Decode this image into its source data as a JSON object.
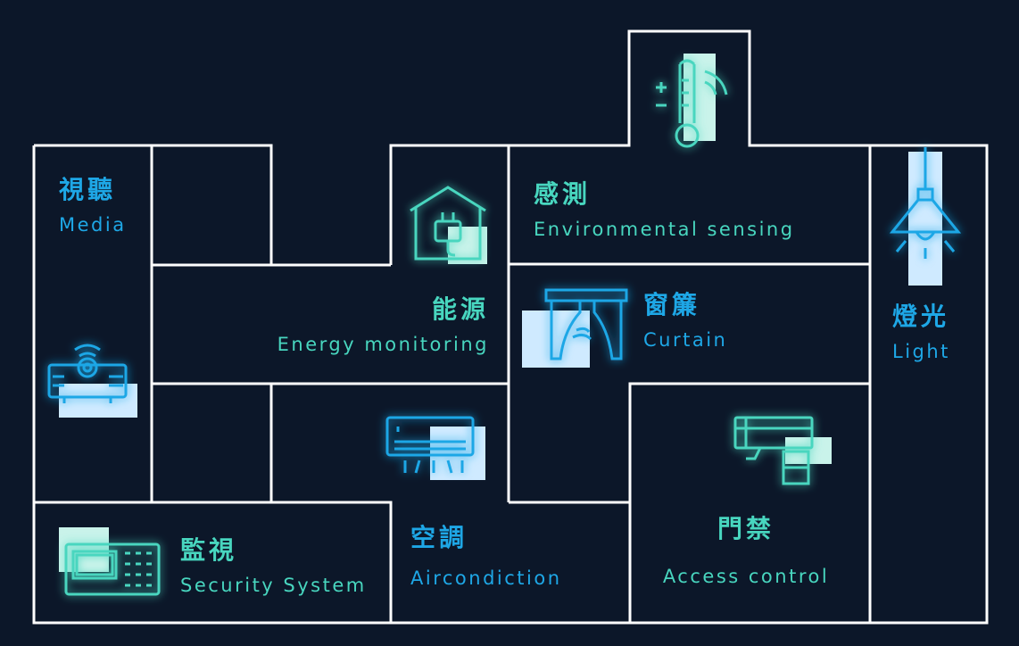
{
  "colors": {
    "background": "#0c1729",
    "walls": "#ffffff",
    "teal": "#48d6bf",
    "blue": "#1ea7e6",
    "teal_fill": "#c9f3ea",
    "blue_fill": "#cfeaff"
  },
  "rooms": [
    {
      "id": "media",
      "zh": "視聽",
      "en": "Media",
      "icon": "projector-icon",
      "color": "blue"
    },
    {
      "id": "energy",
      "zh": "能源",
      "en": "Energy monitoring",
      "icon": "house-plug-icon",
      "color": "teal"
    },
    {
      "id": "sensing",
      "zh": "感測",
      "en": "Environmental sensing",
      "icon": "thermometer-signal-icon",
      "color": "teal"
    },
    {
      "id": "curtain",
      "zh": "窗簾",
      "en": "Curtain",
      "icon": "curtain-window-icon",
      "color": "blue"
    },
    {
      "id": "light",
      "zh": "燈光",
      "en": "Light",
      "icon": "ceiling-lamp-icon",
      "color": "blue"
    },
    {
      "id": "security",
      "zh": "監視",
      "en": "Security System",
      "icon": "keypad-panel-icon",
      "color": "teal"
    },
    {
      "id": "aircon",
      "zh": "空調",
      "en": "Aircondiction",
      "icon": "air-conditioner-icon",
      "color": "blue"
    },
    {
      "id": "access",
      "zh": "門禁",
      "en": "Access control",
      "icon": "security-camera-icon",
      "color": "teal"
    }
  ]
}
